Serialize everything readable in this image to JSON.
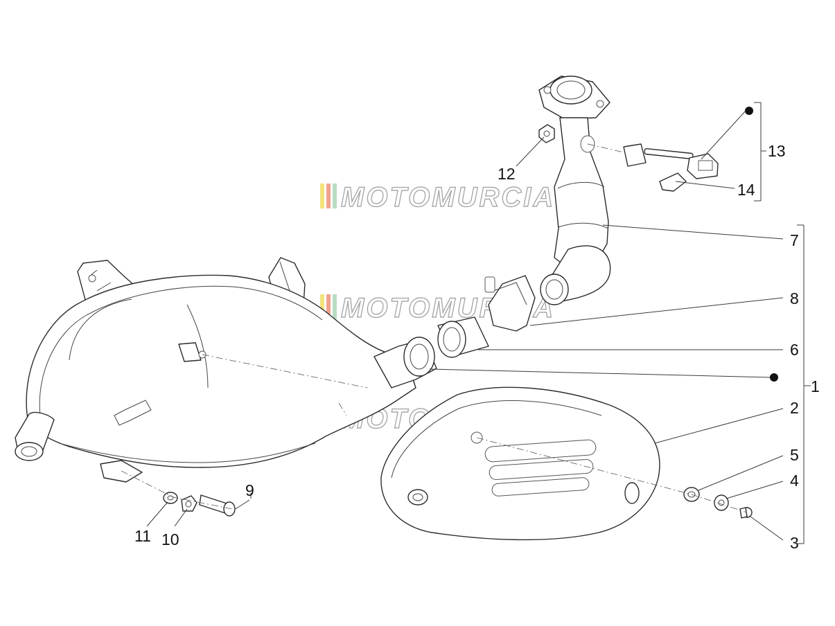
{
  "watermark": {
    "text": "MOTOMURCIA",
    "stripe_colors": [
      "#f3e37c",
      "#f0a38c",
      "#b9dcc3"
    ]
  },
  "callouts": {
    "c1": "1",
    "c2": "2",
    "c3": "3",
    "c4": "4",
    "c5": "5",
    "c6": "6",
    "c7": "7",
    "c8": "8",
    "c9": "9",
    "c10": "10",
    "c11": "11",
    "c12": "12",
    "c13": "13",
    "c14": "14"
  },
  "colors": {
    "line": "#2a2a2a",
    "background": "#ffffff"
  }
}
